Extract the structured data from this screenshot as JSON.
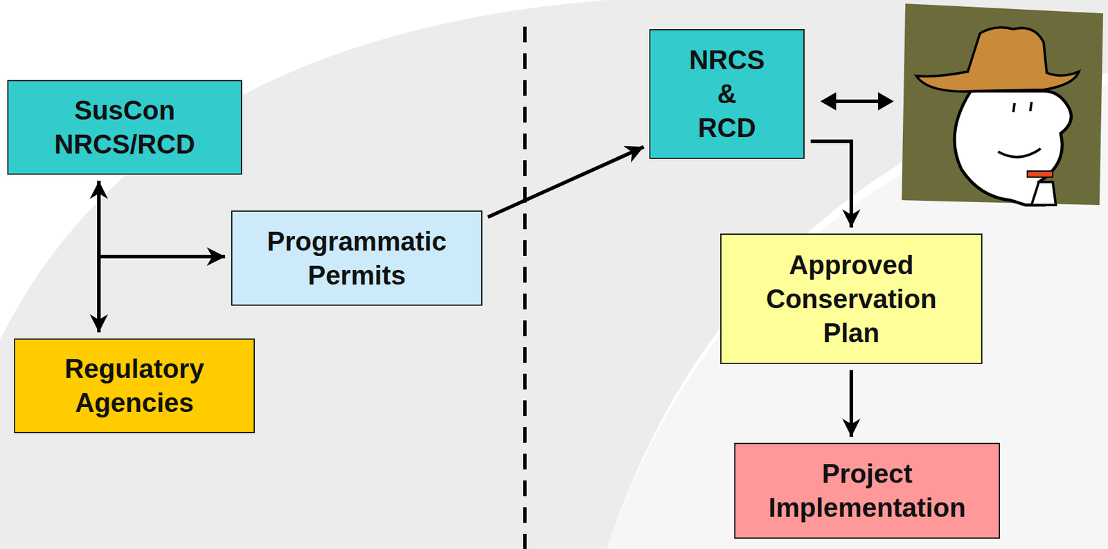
{
  "diagram": {
    "nodes": [
      {
        "text": [
          "SusCon NRCS/RCD"
        ]
      },
      {
        "text": [
          "Regulatory Agencies"
        ]
      },
      {
        "text": [
          "Programmatic Permits"
        ]
      },
      {
        "text": [
          "NRCS & RCD"
        ]
      },
      {
        "text": [
          "Approved Conservation Plan"
        ]
      },
      {
        "text": [
          "Project Implementation"
        ]
      }
    ],
    "edges": [
      {
        "from": 0,
        "to": 1,
        "arrow": "both"
      },
      {
        "from": 0,
        "to": 2,
        "arrow": "to"
      },
      {
        "from": 1,
        "to": 2,
        "arrow": "to"
      },
      {
        "from": 2,
        "to": 3,
        "arrow": "to"
      },
      {
        "from": 3,
        "to": 4,
        "arrow": "to"
      },
      {
        "from": 4,
        "to": 5,
        "arrow": "to"
      }
    ]
  }
}
